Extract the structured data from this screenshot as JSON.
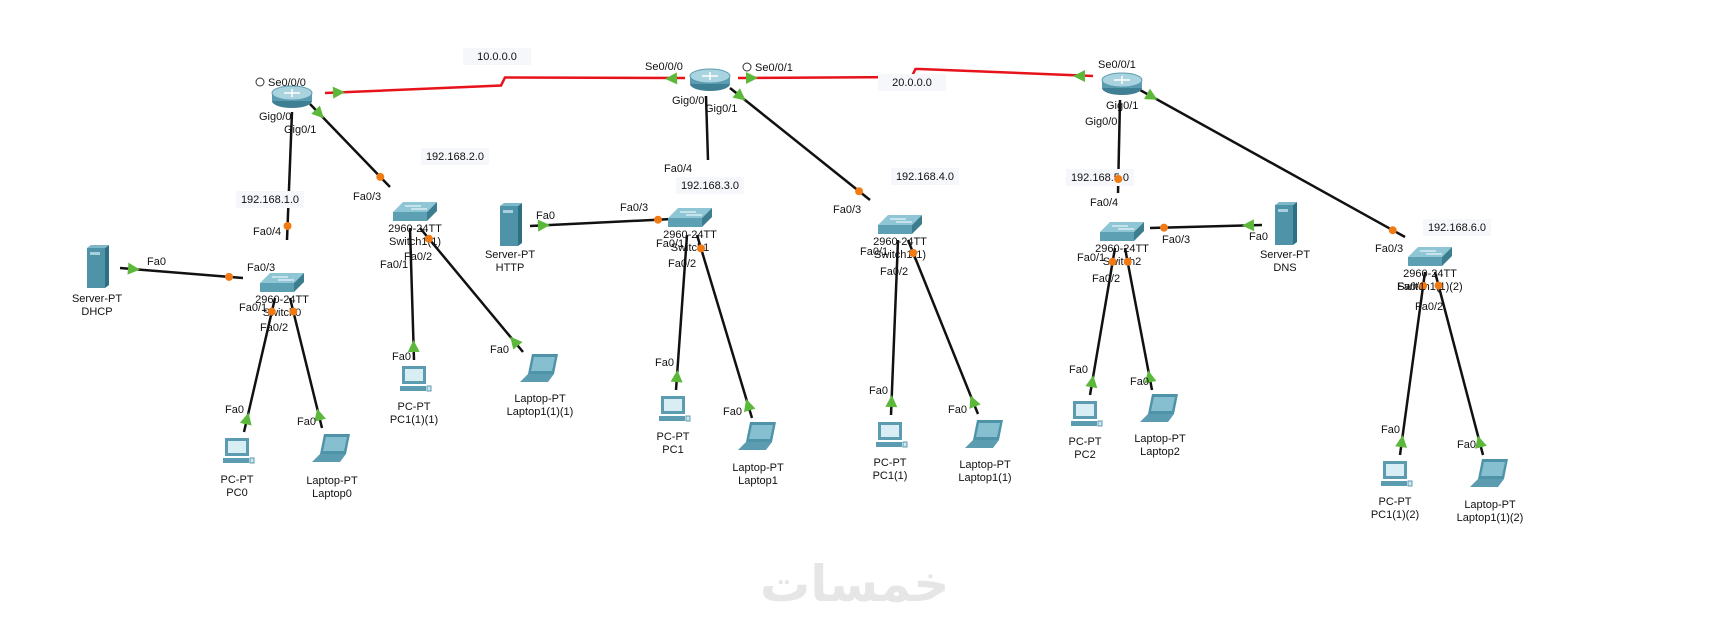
{
  "title": "Packet Tracer Logical Topology",
  "watermark": "خمسات",
  "colors": {
    "serial_link": "#e8121a",
    "ethernet_link": "#111111",
    "port_up": "#5cb83a",
    "port_pending": "#f07b15",
    "device": "#4f93a8"
  },
  "wan_networks": [
    {
      "id": "wan1",
      "label": "10.0.0.0"
    },
    {
      "id": "wan2",
      "label": "20.0.0.0"
    }
  ],
  "lan_networks": [
    {
      "id": "lan1",
      "label": "192.168.1.0"
    },
    {
      "id": "lan2",
      "label": "192.168.2.0"
    },
    {
      "id": "lan3",
      "label": "192.168.3.0"
    },
    {
      "id": "lan4",
      "label": "192.168.4.0"
    },
    {
      "id": "lan5",
      "label": "192.168.5.0"
    },
    {
      "id": "lan6",
      "label": "192.168.6.0"
    }
  ],
  "devices": [
    {
      "id": "R0",
      "type": "router",
      "model": "",
      "name": "",
      "ports": [
        "Se0/0/0",
        "Gig0/0",
        "Gig0/1"
      ]
    },
    {
      "id": "R1",
      "type": "router",
      "model": "",
      "name": "",
      "ports": [
        "Se0/0/0",
        "Se0/0/1",
        "Gig0/0",
        "Gig0/1"
      ]
    },
    {
      "id": "R2",
      "type": "router",
      "model": "",
      "name": "",
      "ports": [
        "Se0/0/1",
        "Gig0/0",
        "Gig0/1"
      ]
    },
    {
      "id": "SW0",
      "type": "switch",
      "model": "2960-24TT",
      "name": "Switch0"
    },
    {
      "id": "SW11",
      "type": "switch",
      "model": "2960-24TT",
      "name": "Switch1(1)"
    },
    {
      "id": "SW1",
      "type": "switch",
      "model": "2960-24TT",
      "name": "Switch1"
    },
    {
      "id": "SW1b",
      "type": "switch",
      "model": "2960-24TT",
      "name": "Switch1(1)"
    },
    {
      "id": "SW2",
      "type": "switch",
      "model": "2960-24TT",
      "name": "Switch2"
    },
    {
      "id": "SW12",
      "type": "switch",
      "model": "2960-24TT",
      "name": "Switch1(1)(2)"
    },
    {
      "id": "DHCP",
      "type": "server",
      "model": "Server-PT",
      "name": "DHCP"
    },
    {
      "id": "HTTP",
      "type": "server",
      "model": "Server-PT",
      "name": "HTTP"
    },
    {
      "id": "DNS",
      "type": "server",
      "model": "Server-PT",
      "name": "DNS"
    },
    {
      "id": "PC0",
      "type": "pc",
      "model": "PC-PT",
      "name": "PC0"
    },
    {
      "id": "Laptop0",
      "type": "laptop",
      "model": "Laptop-PT",
      "name": "Laptop0"
    },
    {
      "id": "PC11",
      "type": "pc",
      "model": "PC-PT",
      "name": "PC1(1)(1)"
    },
    {
      "id": "Laptop11",
      "type": "laptop",
      "model": "Laptop-PT",
      "name": "Laptop1(1)(1)"
    },
    {
      "id": "PC1",
      "type": "pc",
      "model": "PC-PT",
      "name": "PC1"
    },
    {
      "id": "Laptop1",
      "type": "laptop",
      "model": "Laptop-PT",
      "name": "Laptop1"
    },
    {
      "id": "PC1b",
      "type": "pc",
      "model": "PC-PT",
      "name": "PC1(1)"
    },
    {
      "id": "Laptop1b",
      "type": "laptop",
      "model": "Laptop-PT",
      "name": "Laptop1(1)"
    },
    {
      "id": "PC2",
      "type": "pc",
      "model": "PC-PT",
      "name": "PC2"
    },
    {
      "id": "Laptop2",
      "type": "laptop",
      "model": "Laptop-PT",
      "name": "Laptop2"
    },
    {
      "id": "PC12",
      "type": "pc",
      "model": "PC-PT",
      "name": "PC1(1)(2)"
    },
    {
      "id": "Laptop12",
      "type": "laptop",
      "model": "Laptop-PT",
      "name": "Laptop1(1)(2)"
    }
  ],
  "links": [
    {
      "a": "R0",
      "a_port": "Se0/0/0",
      "b": "R1",
      "b_port": "Se0/0/0",
      "kind": "serial",
      "net": "wan1",
      "a_state": "up",
      "b_state": "up",
      "a_clock": true
    },
    {
      "a": "R1",
      "a_port": "Se0/0/1",
      "b": "R2",
      "b_port": "Se0/0/1",
      "kind": "serial",
      "net": "wan2",
      "a_state": "up",
      "b_state": "up",
      "a_clock": true
    },
    {
      "a": "R0",
      "a_port": "Gig0/0",
      "b": "SW0",
      "b_port": "Fa0/4",
      "kind": "ethernet",
      "net": "lan1",
      "a_state": "none",
      "b_state": "pending"
    },
    {
      "a": "R0",
      "a_port": "Gig0/1",
      "b": "SW11",
      "b_port": "Fa0/3",
      "kind": "ethernet",
      "net": "lan2",
      "a_state": "up",
      "b_state": "pending"
    },
    {
      "a": "DHCP",
      "a_port": "Fa0",
      "b": "SW0",
      "b_port": "Fa0/3",
      "kind": "ethernet",
      "a_state": "up",
      "b_state": "pending"
    },
    {
      "a": "SW0",
      "a_port": "Fa0/1",
      "b": "PC0",
      "b_port": "Fa0",
      "kind": "ethernet",
      "a_state": "pending",
      "b_state": "up"
    },
    {
      "a": "SW0",
      "a_port": "Fa0/2",
      "b": "Laptop0",
      "b_port": "Fa0",
      "kind": "ethernet",
      "a_state": "pending",
      "b_state": "up"
    },
    {
      "a": "SW11",
      "a_port": "Fa0/1",
      "b": "PC11",
      "b_port": "Fa0",
      "kind": "ethernet",
      "a_state": "none",
      "b_state": "up"
    },
    {
      "a": "SW11",
      "a_port": "Fa0/2",
      "b": "Laptop11",
      "b_port": "Fa0",
      "kind": "ethernet",
      "a_state": "pending",
      "b_state": "up"
    },
    {
      "a": "R1",
      "a_port": "Gig0/0",
      "b": "SW1",
      "b_port": "Fa0/4",
      "kind": "ethernet",
      "net": "lan3",
      "a_state": "none",
      "b_state": "none"
    },
    {
      "a": "R1",
      "a_port": "Gig0/1",
      "b": "SW1b",
      "b_port": "Fa0/3",
      "kind": "ethernet",
      "net": "lan4",
      "a_state": "up",
      "b_state": "pending"
    },
    {
      "a": "HTTP",
      "a_port": "Fa0",
      "b": "SW1",
      "b_port": "Fa0/3",
      "kind": "ethernet",
      "a_state": "up",
      "b_state": "pending"
    },
    {
      "a": "SW1",
      "a_port": "Fa0/1",
      "b": "PC1",
      "b_port": "Fa0",
      "kind": "ethernet",
      "a_state": "none",
      "b_state": "up"
    },
    {
      "a": "SW1",
      "a_port": "Fa0/2",
      "b": "Laptop1",
      "b_port": "Fa0",
      "kind": "ethernet",
      "a_state": "pending",
      "b_state": "up"
    },
    {
      "a": "SW1b",
      "a_port": "Fa0/1",
      "b": "PC1b",
      "b_port": "Fa0",
      "kind": "ethernet",
      "a_state": "none",
      "b_state": "up"
    },
    {
      "a": "SW1b",
      "a_port": "Fa0/2",
      "b": "Laptop1b",
      "b_port": "Fa0",
      "kind": "ethernet",
      "a_state": "pending",
      "b_state": "up"
    },
    {
      "a": "R2",
      "a_port": "Gig0/0",
      "b": "SW2",
      "b_port": "Fa0/4",
      "kind": "ethernet",
      "net": "lan5",
      "a_state": "none",
      "b_state": "pending"
    },
    {
      "a": "R2",
      "a_port": "Gig0/1",
      "b": "SW12",
      "b_port": "Fa0/3",
      "kind": "ethernet",
      "net": "lan6",
      "a_state": "up",
      "b_state": "pending"
    },
    {
      "a": "SW2",
      "a_port": "Fa0/3",
      "b": "DNS",
      "b_port": "Fa0",
      "kind": "ethernet",
      "a_state": "pending",
      "b_state": "up"
    },
    {
      "a": "SW2",
      "a_port": "Fa0/1",
      "b": "PC2",
      "b_port": "Fa0",
      "kind": "ethernet",
      "a_state": "pending",
      "b_state": "up"
    },
    {
      "a": "SW2",
      "a_port": "Fa0/2",
      "b": "Laptop2",
      "b_port": "Fa0",
      "kind": "ethernet",
      "a_state": "pending",
      "b_state": "up"
    },
    {
      "a": "SW12",
      "a_port": "Fa0/1",
      "b": "PC12",
      "b_port": "Fa0",
      "kind": "ethernet",
      "a_state": "pending",
      "b_state": "up"
    },
    {
      "a": "SW12",
      "a_port": "Fa0/2",
      "b": "Laptop12",
      "b_port": "Fa0",
      "kind": "ethernet",
      "a_state": "pending",
      "b_state": "up"
    }
  ]
}
